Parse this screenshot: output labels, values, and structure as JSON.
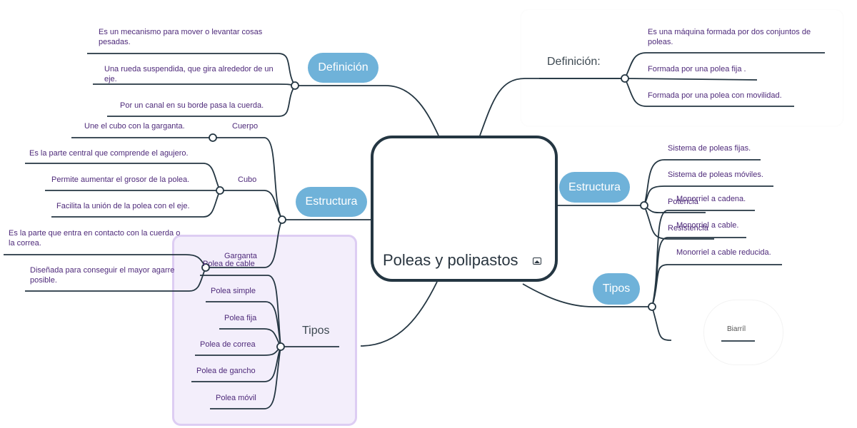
{
  "central": {
    "title": "Poleas y polipastos",
    "icon": "image-icon"
  },
  "poleas": {
    "definicion": {
      "label": "Definición",
      "items": [
        "Es un mecanismo para mover o levantar cosas pesadas.",
        "Una rueda suspendida, que gira alrededor de un eje.",
        "Por un canal en su borde pasa la cuerda."
      ]
    },
    "estructura": {
      "label": "Estructura",
      "cuerpo": {
        "label": "Cuerpo",
        "items": [
          "Une el cubo con la garganta."
        ]
      },
      "cubo": {
        "label": "Cubo",
        "items": [
          "Es la parte central que comprende el agujero.",
          "Permite aumentar el grosor de la polea.",
          "Facilita la unión de la polea con el eje."
        ]
      },
      "garganta": {
        "label": "Garganta",
        "items": [
          "Es la parte que entra en contacto con la cuerda o la correa.",
          "Diseñada para conseguir el mayor agarre posible."
        ]
      }
    },
    "tipos": {
      "label": "Tipos",
      "items": [
        "Polea de cable",
        "Polea simple",
        "Polea fija",
        "Polea de correa",
        "Polea de gancho",
        "Polea móvil"
      ]
    }
  },
  "polipastos": {
    "definicion": {
      "label": "Definición:",
      "items": [
        "Es una máquina formada por dos conjuntos de poleas.",
        "Formada por una polea fija .",
        "Formada por una polea con movilidad."
      ]
    },
    "estructura": {
      "label": "Estructura",
      "items": [
        "Sistema de poleas fijas.",
        "Sistema de poleas móviles.",
        "Potencia",
        "Resistencia"
      ]
    },
    "tipos": {
      "label": "Tipos",
      "items": [
        "Monorriel a cadena.",
        "Monorriel a cable.",
        "Monorriel a cable reducida.",
        "Biarríl"
      ]
    }
  },
  "colors": {
    "pill": "#6fb2d9",
    "line": "#243642",
    "text": "#4e2a7a",
    "frame": "#ddcdf3"
  }
}
